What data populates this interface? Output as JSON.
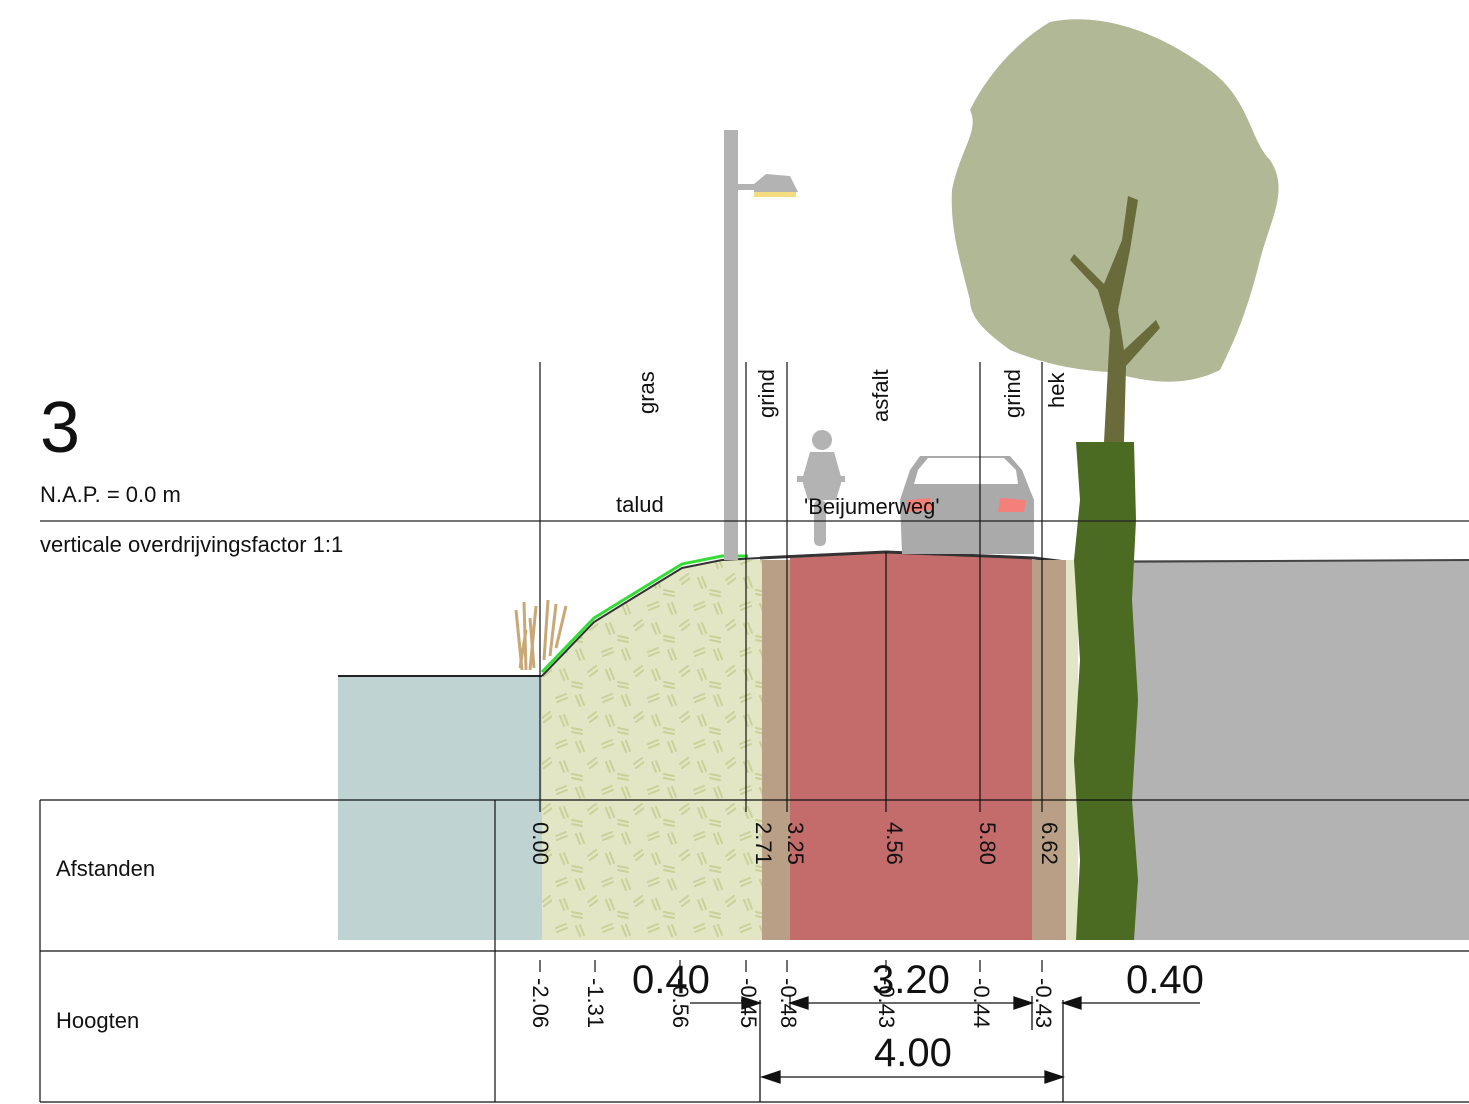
{
  "header": {
    "profile_number": "3",
    "nap_reference": "N.A.P. = 0.0 m",
    "exaggeration": "verticale overdrijvingsfactor 1:1"
  },
  "zones": {
    "gras": "gras",
    "grind_left": "grind",
    "asfalt": "asfalt",
    "grind_right": "grind",
    "hek": "hek"
  },
  "annotations": {
    "talud": "talud",
    "road_name": "'Beijumerweg'"
  },
  "table": {
    "afstanden_label": "Afstanden",
    "hoogten_label": "Hoogten"
  },
  "afstanden": [
    "0.00",
    "2.71",
    "3.25",
    "4.56",
    "5.80",
    "6.62"
  ],
  "hoogten": [
    "-2.06",
    "-1.31",
    "-0.56",
    "-0.45",
    "-0.48",
    "-0.43",
    "-0.44",
    "-0.43"
  ],
  "dimensions": {
    "grind_left_width": "0.40",
    "asfalt_width": "3.20",
    "grind_right_width": "0.40",
    "total_width": "4.00"
  },
  "colors": {
    "water": "#bed3d2",
    "embankment": "#e3e6c4",
    "gravel": "#b99f86",
    "asphalt": "#c46c6c",
    "field": "#b3b3b3",
    "hedge": "#4b6a22",
    "tree_crown": "#b0b896",
    "tree_trunk": "#6a6b3b",
    "grass_line": "#33dd33",
    "lamp_pole": "#b3b3b3",
    "lamp_light": "#f6dc80",
    "car": "#aaaaaa",
    "car_light": "#f4807a"
  }
}
